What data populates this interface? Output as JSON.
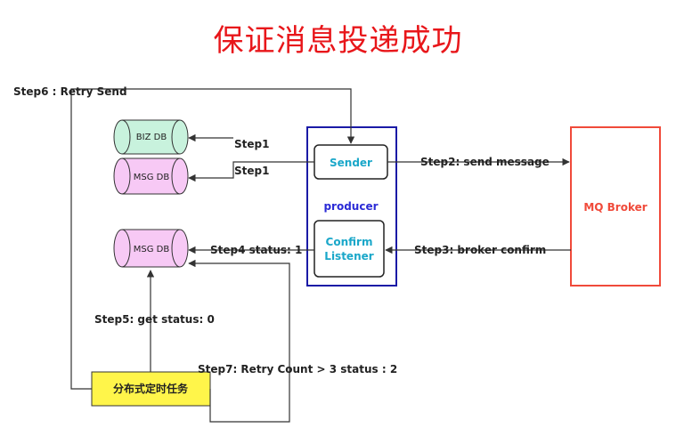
{
  "title": "保证消息投递成功",
  "colors": {
    "title": "#e8161a",
    "producer_border": "#1a1aa6",
    "producer_text": "#2b2bd6",
    "component_text": "#1aa7c9",
    "broker_border": "#f04a3a",
    "broker_text": "#f04a3a",
    "db_green": "#c8f2dd",
    "db_pink": "#f7c9f5",
    "task_fill": "#fff54a"
  },
  "nodes": {
    "biz_db": "BIZ DB",
    "msg_db_top": "MSG DB",
    "msg_db_bottom": "MSG DB",
    "producer": "producer",
    "sender": "Sender",
    "confirm_line1": "Confirm",
    "confirm_line2": "Listener",
    "broker": "MQ Broker",
    "task": "分布式定时任务"
  },
  "edges": {
    "step6": "Step6 :  Retry Send",
    "step1_biz": "Step1",
    "step1_msg": "Step1",
    "step2": "Step2:  send message",
    "step3": "Step3:  broker confirm",
    "step4": "Step4 status: 1",
    "step5": "Step5: get status:  0",
    "step7": "Step7: Retry Count > 3 status : 2"
  }
}
